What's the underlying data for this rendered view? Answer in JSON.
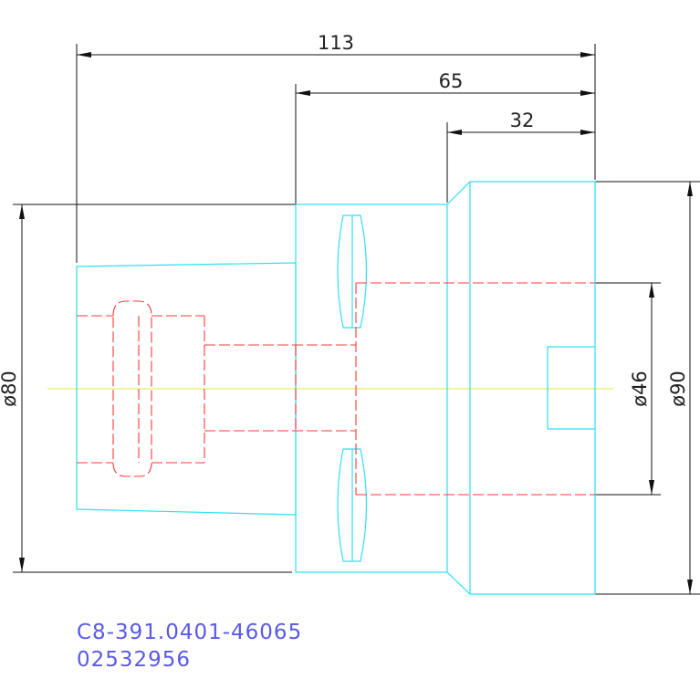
{
  "dimensions": {
    "overall_length": "113",
    "mid_length": "65",
    "flange_length": "32",
    "shank_diameter": "ø80",
    "bore_diameter": "ø46",
    "flange_diameter": "ø90"
  },
  "part": {
    "code": "C8-391.0401-46065",
    "number": "02532956"
  },
  "colors": {
    "outline": "#2ee0f0",
    "hidden": "#ff3838",
    "dimension": "#111111",
    "centerline": "#e8e830",
    "label": "#5a5ae6"
  }
}
